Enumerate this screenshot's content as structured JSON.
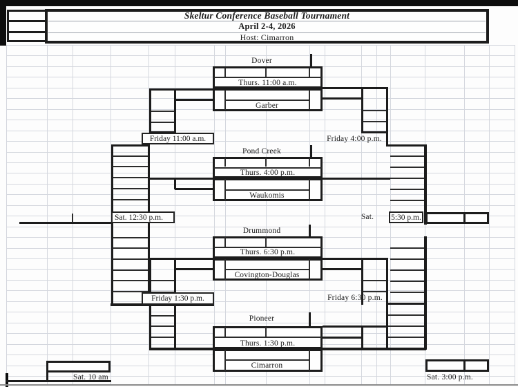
{
  "header": {
    "title": "Skeltur Conference Baseball Tournament",
    "dates": "April 2-4, 2026",
    "host": "Host: Cimarron"
  },
  "games": {
    "game1": {
      "team1": "Dover",
      "time": "Thurs. 11:00 a.m.",
      "team2": "Garber"
    },
    "game2": {
      "team1": "Pond Creek",
      "time": "Thurs. 4:00 p.m.",
      "team2": "Waukomis"
    },
    "game3": {
      "team1": "Drummond",
      "time": "Thurs. 6:30 p.m.",
      "team2": "Covington-Douglas"
    },
    "game4": {
      "team1": "Pioneer",
      "time": "Thurs. 1:30 p.m.",
      "team2": "Cimarron"
    }
  },
  "rounds": {
    "losers_semi_1": "Friday 11:00 a.m.",
    "winners_semi_1": "Friday 4:00 p.m.",
    "losers_semi_2": "Friday 1:30 p.m.",
    "winners_semi_2": "Friday 6:30 p.m.",
    "consolation_final": "Sat. 12:30 p.m.",
    "championship_day": "Sat.",
    "championship_time": "5:30 p.m.",
    "losers_final": "Sat. 10 am",
    "third_place": "Sat. 3:00 p.m."
  },
  "colors": {
    "line": "#1c1c1c",
    "grid": "#d4d7de",
    "paper": "#fdfdfd",
    "top_bar": "#0d0d0d"
  }
}
